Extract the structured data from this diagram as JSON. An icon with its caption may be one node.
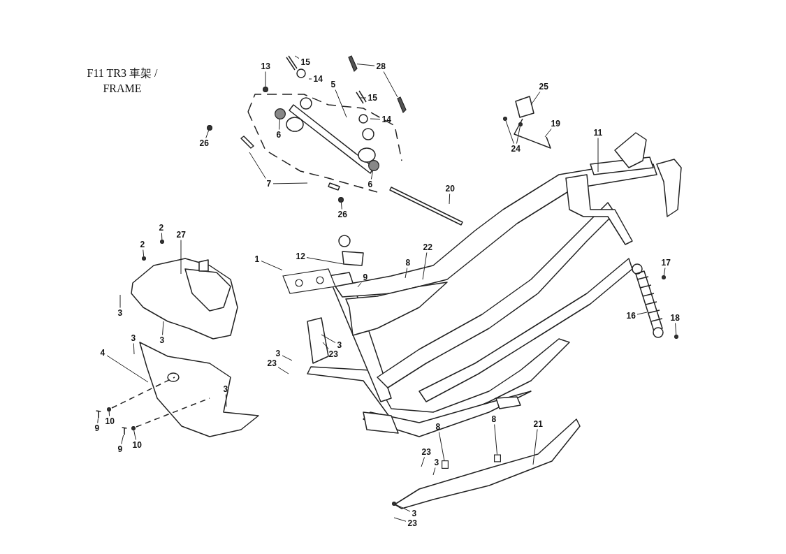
{
  "diagram": {
    "title": "F11 TR3 車架 / FRAME",
    "nodes": [
      {
        "text": [
          "13"
        ]
      },
      {
        "text": [
          "15"
        ]
      },
      {
        "text": [
          "14"
        ]
      },
      {
        "text": [
          "28"
        ]
      },
      {
        "text": [
          "5"
        ]
      },
      {
        "text": [
          "15"
        ]
      },
      {
        "text": [
          "14"
        ]
      },
      {
        "text": [
          "6"
        ]
      },
      {
        "text": [
          "6"
        ]
      },
      {
        "text": [
          "26"
        ]
      },
      {
        "text": [
          "7"
        ]
      },
      {
        "text": [
          "26"
        ]
      },
      {
        "text": [
          "20"
        ]
      },
      {
        "text": [
          "25"
        ]
      },
      {
        "text": [
          "19"
        ]
      },
      {
        "text": [
          "24"
        ]
      },
      {
        "text": [
          "11"
        ]
      },
      {
        "text": [
          "17"
        ]
      },
      {
        "text": [
          "16"
        ]
      },
      {
        "text": [
          "18"
        ]
      },
      {
        "text": [
          "1"
        ]
      },
      {
        "text": [
          "12"
        ]
      },
      {
        "text": [
          "22"
        ]
      },
      {
        "text": [
          "8"
        ]
      },
      {
        "text": [
          "9"
        ]
      },
      {
        "text": [
          "2"
        ]
      },
      {
        "text": [
          "2"
        ]
      },
      {
        "text": [
          "27"
        ]
      },
      {
        "text": [
          "3"
        ]
      },
      {
        "text": [
          "3"
        ]
      },
      {
        "text": [
          "3"
        ]
      },
      {
        "text": [
          "4"
        ]
      },
      {
        "text": [
          "3"
        ]
      },
      {
        "text": [
          "10"
        ]
      },
      {
        "text": [
          "9"
        ]
      },
      {
        "text": [
          "10"
        ]
      },
      {
        "text": [
          "9"
        ]
      },
      {
        "text": [
          "3"
        ]
      },
      {
        "text": [
          "23"
        ]
      },
      {
        "text": [
          "23"
        ]
      },
      {
        "text": [
          "3"
        ]
      },
      {
        "text": [
          "8"
        ]
      },
      {
        "text": [
          "8"
        ]
      },
      {
        "text": [
          "21"
        ]
      },
      {
        "text": [
          "23"
        ]
      },
      {
        "text": [
          "3"
        ]
      },
      {
        "text": [
          "3"
        ]
      },
      {
        "text": [
          "23"
        ]
      },
      {
        "text": [],
        "shape": "circle"
      },
      {
        "text": [],
        "shape": "circle"
      },
      {
        "text": [],
        "shape": "circle"
      },
      {
        "text": [],
        "shape": "circle"
      },
      {
        "text": [],
        "shape": "circle"
      },
      {
        "text": [],
        "shape": "circle"
      },
      {
        "text": [],
        "shape": "circle"
      },
      {
        "text": [],
        "shape": "circle"
      },
      {
        "text": [],
        "shape": "circle"
      },
      {
        "text": [],
        "shape": "circle"
      },
      {
        "text": [],
        "shape": "circle"
      },
      {
        "text": [],
        "shape": "circle"
      },
      {
        "text": [],
        "shape": "circle"
      },
      {
        "text": [],
        "shape": "circle"
      },
      {
        "text": [],
        "shape": "box"
      },
      {
        "text": [],
        "shape": "box"
      },
      {
        "text": [],
        "shape": "screw"
      },
      {
        "text": [],
        "shape": "screw"
      },
      {
        "text": [],
        "shape": "spring"
      },
      {
        "text": [],
        "shape": "spring"
      },
      {
        "text": [],
        "shape": "box"
      }
    ],
    "edges": [
      {
        "from": 0,
        "to": 48,
        "arrow": "none"
      },
      {
        "from": 1,
        "to": null,
        "arrow": "none"
      },
      {
        "from": 2,
        "to": null,
        "arrow": "none"
      },
      {
        "from": 3,
        "to": 66,
        "arrow": "none"
      },
      {
        "from": 3,
        "to": 67,
        "arrow": "none"
      },
      {
        "from": 4,
        "to": null,
        "arrow": "none"
      },
      {
        "from": 5,
        "to": null,
        "arrow": "none"
      },
      {
        "from": 6,
        "to": null,
        "arrow": "none"
      },
      {
        "from": 7,
        "to": 60,
        "arrow": "none"
      },
      {
        "from": 8,
        "to": 61,
        "arrow": "none"
      },
      {
        "from": 9,
        "to": 49,
        "arrow": "none"
      },
      {
        "from": 10,
        "to": null,
        "arrow": "none"
      },
      {
        "from": 10,
        "to": null,
        "arrow": "none"
      },
      {
        "from": 11,
        "to": 50,
        "arrow": "none"
      },
      {
        "from": 12,
        "to": null,
        "arrow": "none"
      },
      {
        "from": 13,
        "to": null,
        "arrow": "none"
      },
      {
        "from": 14,
        "to": null,
        "arrow": "none"
      },
      {
        "from": 15,
        "to": 51,
        "arrow": "none"
      },
      {
        "from": 15,
        "to": 52,
        "arrow": "none"
      },
      {
        "from": 16,
        "to": null,
        "arrow": "none"
      },
      {
        "from": 17,
        "to": 53,
        "arrow": "none"
      },
      {
        "from": 18,
        "to": null,
        "arrow": "none"
      },
      {
        "from": 19,
        "to": 54,
        "arrow": "none"
      },
      {
        "from": 20,
        "to": 68,
        "arrow": "none"
      },
      {
        "from": 21,
        "to": null,
        "arrow": "none"
      },
      {
        "from": 22,
        "to": null,
        "arrow": "none"
      },
      {
        "from": 23,
        "to": null,
        "arrow": "none"
      },
      {
        "from": 24,
        "to": null,
        "arrow": "none"
      },
      {
        "from": 25,
        "to": 55,
        "arrow": "none"
      },
      {
        "from": 26,
        "to": 56,
        "arrow": "none"
      },
      {
        "from": 27,
        "to": null,
        "arrow": "none"
      },
      {
        "from": 28,
        "to": null,
        "arrow": "none"
      },
      {
        "from": 29,
        "to": null,
        "arrow": "none"
      },
      {
        "from": 30,
        "to": null,
        "arrow": "none"
      },
      {
        "from": 31,
        "to": null,
        "arrow": "none"
      },
      {
        "from": 32,
        "to": null,
        "arrow": "none"
      },
      {
        "from": 33,
        "to": 57,
        "arrow": "none"
      },
      {
        "from": 34,
        "to": 64,
        "arrow": "none"
      },
      {
        "from": 35,
        "to": 58,
        "arrow": "none"
      },
      {
        "from": 36,
        "to": 65,
        "arrow": "none"
      },
      {
        "from": 37,
        "to": null,
        "arrow": "none"
      },
      {
        "from": 38,
        "to": null,
        "arrow": "none"
      },
      {
        "from": 39,
        "to": null,
        "arrow": "none"
      },
      {
        "from": 40,
        "to": null,
        "arrow": "none"
      },
      {
        "from": 41,
        "to": 63,
        "arrow": "none"
      },
      {
        "from": 42,
        "to": 62,
        "arrow": "none"
      },
      {
        "from": 43,
        "to": null,
        "arrow": "none"
      },
      {
        "from": 44,
        "to": null,
        "arrow": "none"
      },
      {
        "from": 45,
        "to": null,
        "arrow": "none"
      },
      {
        "from": 46,
        "to": 59,
        "arrow": "none"
      },
      {
        "from": 47,
        "to": null,
        "arrow": "none"
      }
    ]
  }
}
